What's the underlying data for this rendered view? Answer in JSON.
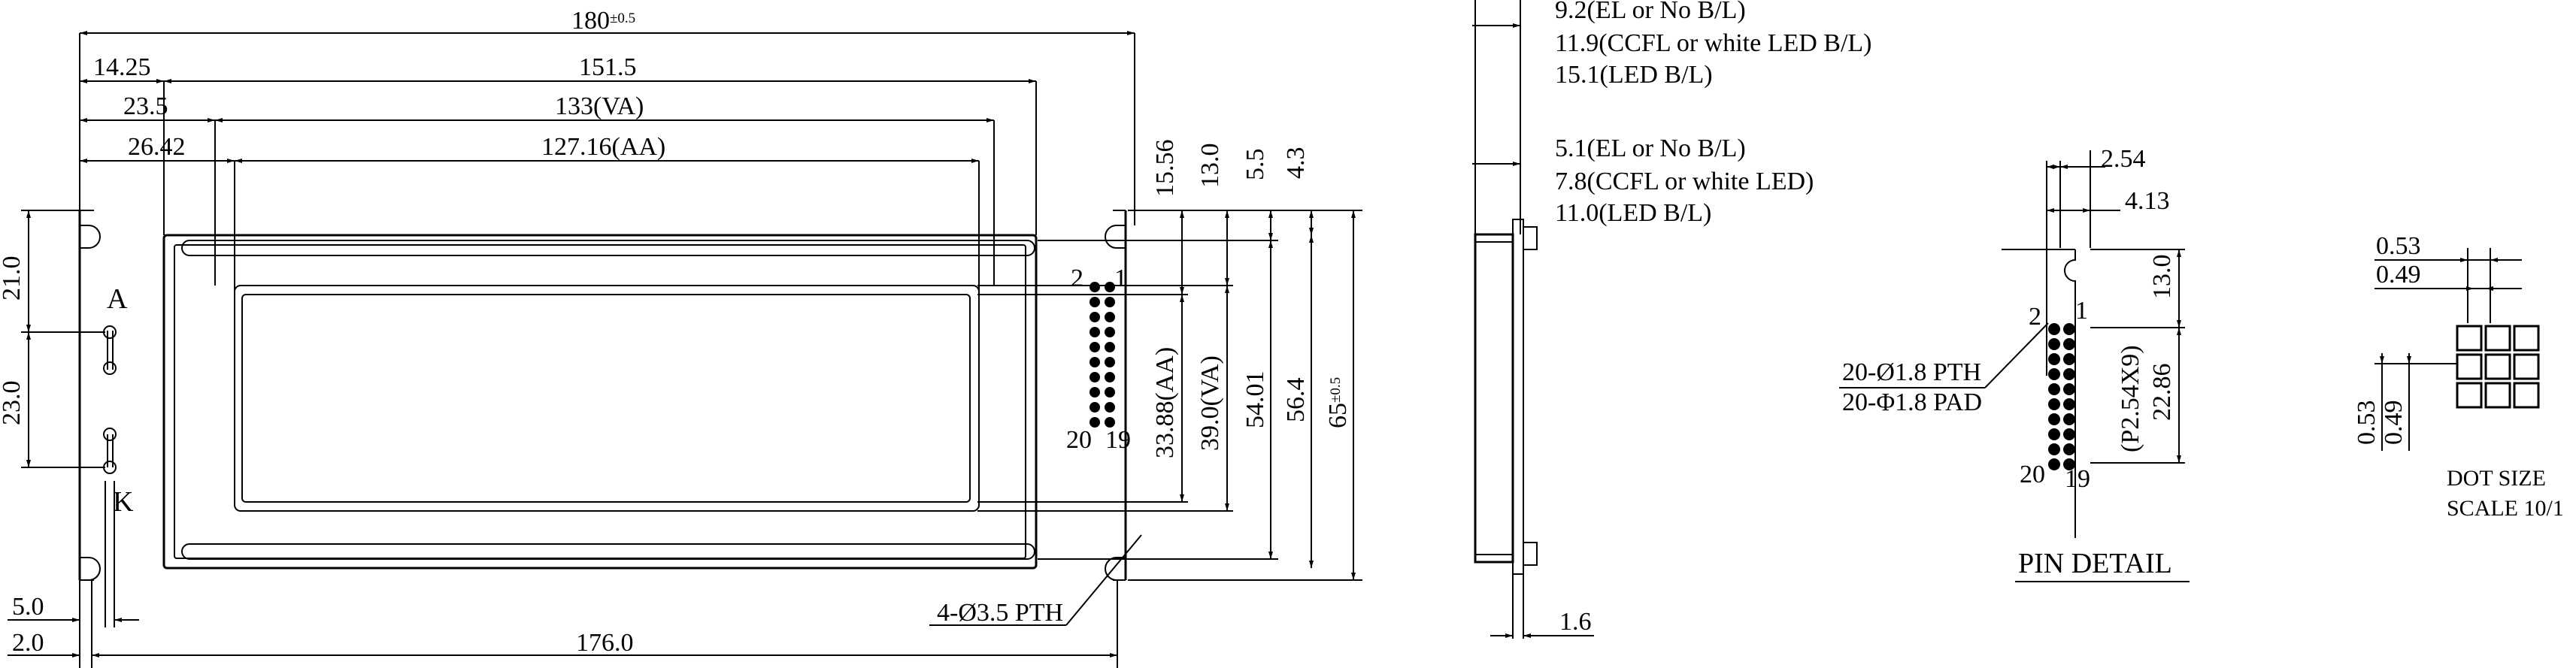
{
  "front_view": {
    "overall_width": "180",
    "overall_width_tol": "±0.5",
    "dim_14_25": "14.25",
    "dim_151_5": "151.5",
    "dim_23_5": "23.5",
    "dim_133_va": "133(VA)",
    "dim_26_42": "26.42",
    "dim_127_16_aa": "127.16(AA)",
    "dim_15_56": "15.56",
    "dim_13_0": "13.0",
    "dim_5_5": "5.5",
    "dim_4_3": "4.3",
    "dim_33_88_aa": "33.88(AA)",
    "dim_39_0_va": "39.0(VA)",
    "dim_54_01": "54.01",
    "dim_56_4": "56.4",
    "overall_height": "65",
    "overall_height_tol": "±0.5",
    "dim_21_0": "21.0",
    "dim_23_0": "23.0",
    "label_a": "A",
    "label_k": "K",
    "pin_2": "2",
    "pin_1": "1",
    "pin_20": "20",
    "pin_19": "19",
    "dim_5_0": "5.0",
    "dim_2_0": "2.0",
    "dim_176_0": "176.0",
    "mount_holes": "4-Ø3.5 PTH"
  },
  "side_view": {
    "t1a": "9.2(EL or No B/L)",
    "t1b": "11.9(CCFL or white LED B/L)",
    "t1c": "15.1(LED B/L)",
    "t2a": "5.1(EL or No B/L)",
    "t2b": "7.8(CCFL or white LED)",
    "t2c": "11.0(LED B/L)",
    "dim_1_6": "1.6"
  },
  "pin_detail": {
    "dim_2_54": "2.54",
    "dim_4_13": "4.13",
    "dim_13_0": "13.0",
    "pin_2": "2",
    "pin_1": "1",
    "pin_20": "20",
    "pin_19": "19",
    "pth_spec": "20-Ø1.8 PTH",
    "pad_spec": "20-Φ1.8 PAD",
    "pitch": "(P2.54X9)",
    "dim_22_86": "22.86",
    "title": "PIN DETAIL"
  },
  "dot_size": {
    "dim_0_53_top": "0.53",
    "dim_0_49_top": "0.49",
    "dim_0_53_left": "0.53",
    "dim_0_49_left": "0.49",
    "title": "DOT SIZE",
    "scale": "SCALE 10/1"
  }
}
